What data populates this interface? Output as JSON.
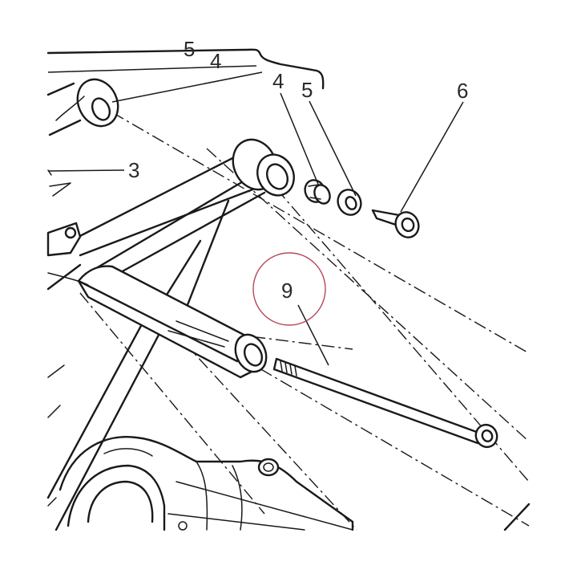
{
  "callouts": {
    "c5_top": "5",
    "c4_top": "4",
    "c3": "3",
    "c4": "4",
    "c5": "5",
    "c6": "6",
    "c9": "9"
  },
  "colors": {
    "line": "#1a1a1a",
    "text": "#2a2a2a",
    "highlight_circle": "#b5485c",
    "background": "#ffffff"
  }
}
